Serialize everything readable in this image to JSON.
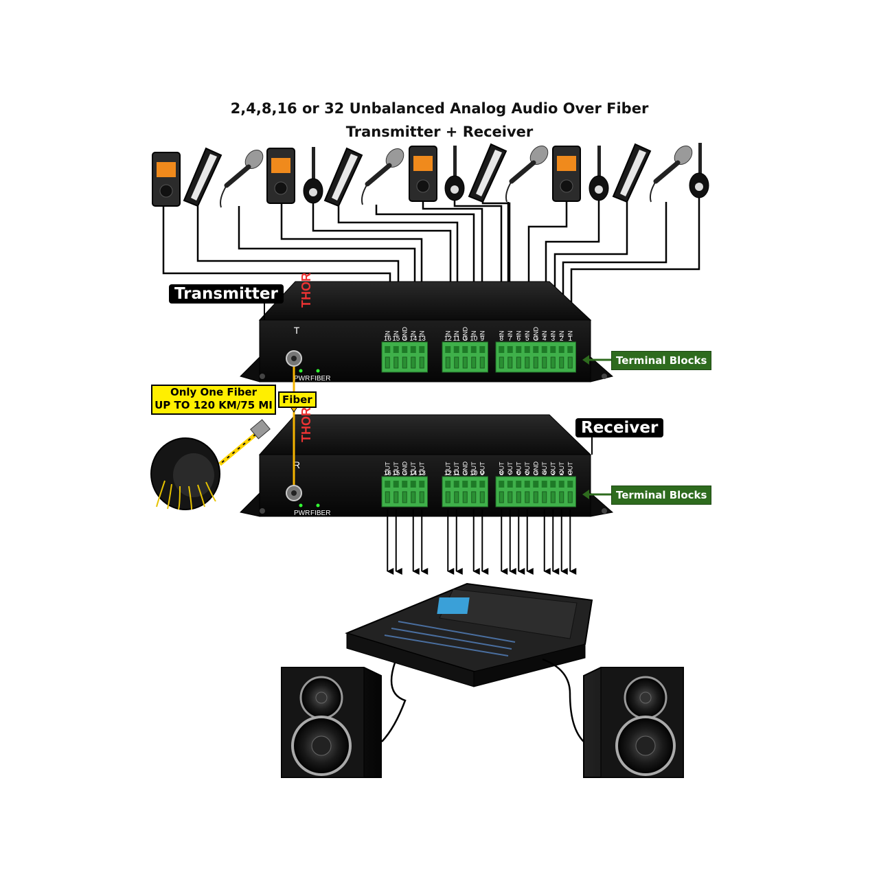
{
  "title": {
    "line1": "2,4,8,16 or 32 Unbalanced Analog Audio Over Fiber",
    "line2": "Transmitter + Receiver"
  },
  "labels": {
    "transmitter": "Transmitter",
    "receiver": "Receiver",
    "terminal_blocks_tx": "Terminal Blocks",
    "terminal_blocks_rx": "Terminal Blocks",
    "fiber": "Fiber",
    "only_one_fiber": "Only One Fiber",
    "distance": "UP TO 120 KM/75 MI"
  },
  "transmitter_panel": {
    "mode_letter": "T",
    "led_pwr": "PWR",
    "led_fiber": "FIBER",
    "groups": [
      {
        "signals": [
          "IN",
          "IN",
          "GND",
          "IN",
          "IN"
        ],
        "numbers": [
          "16",
          "15",
          "G",
          "14",
          "13"
        ]
      },
      {
        "signals": [
          "IN",
          "IN",
          "GND",
          "IN",
          "IN"
        ],
        "numbers": [
          "12",
          "11",
          "G",
          "10",
          "9"
        ]
      },
      {
        "signals": [
          "IN",
          "IN",
          "IN",
          "IN",
          "GND",
          "IN",
          "IN",
          "IN",
          "IN"
        ],
        "numbers": [
          "8",
          "7",
          "6",
          "5",
          "G",
          "4",
          "3",
          "2",
          "1"
        ]
      }
    ]
  },
  "receiver_panel": {
    "mode_letter": "R",
    "led_pwr": "PWR",
    "led_fiber": "FIBER",
    "groups": [
      {
        "signals": [
          "OUT",
          "OUT",
          "GND",
          "OUT",
          "OUT"
        ],
        "numbers": [
          "16",
          "15",
          "G",
          "14",
          "13"
        ]
      },
      {
        "signals": [
          "OUT",
          "OUT",
          "GND",
          "OUT",
          "OUT"
        ],
        "numbers": [
          "12",
          "11",
          "G",
          "10",
          "9"
        ]
      },
      {
        "signals": [
          "OUT",
          "OUT",
          "OUT",
          "OUT",
          "GND",
          "OUT",
          "OUT",
          "OUT",
          "OUT"
        ],
        "numbers": [
          "8",
          "7",
          "6",
          "5",
          "G",
          "4",
          "3",
          "2",
          "1"
        ]
      }
    ]
  },
  "source_icons": [
    "recorder-icon",
    "keyboard-icon",
    "microphone-icon",
    "recorder-icon",
    "guitar-icon",
    "keyboard-icon",
    "microphone-icon",
    "recorder-icon",
    "guitar-icon",
    "keyboard-icon",
    "microphone-icon",
    "recorder-icon",
    "guitar-icon",
    "keyboard-icon",
    "microphone-icon",
    "guitar-icon"
  ],
  "colors": {
    "device_body": "#111111",
    "terminal_green": "#3fb04a",
    "label_green": "#2e6b1e",
    "fiber_yellow": "#f5b400",
    "callout_yellow": "#ffef00"
  }
}
